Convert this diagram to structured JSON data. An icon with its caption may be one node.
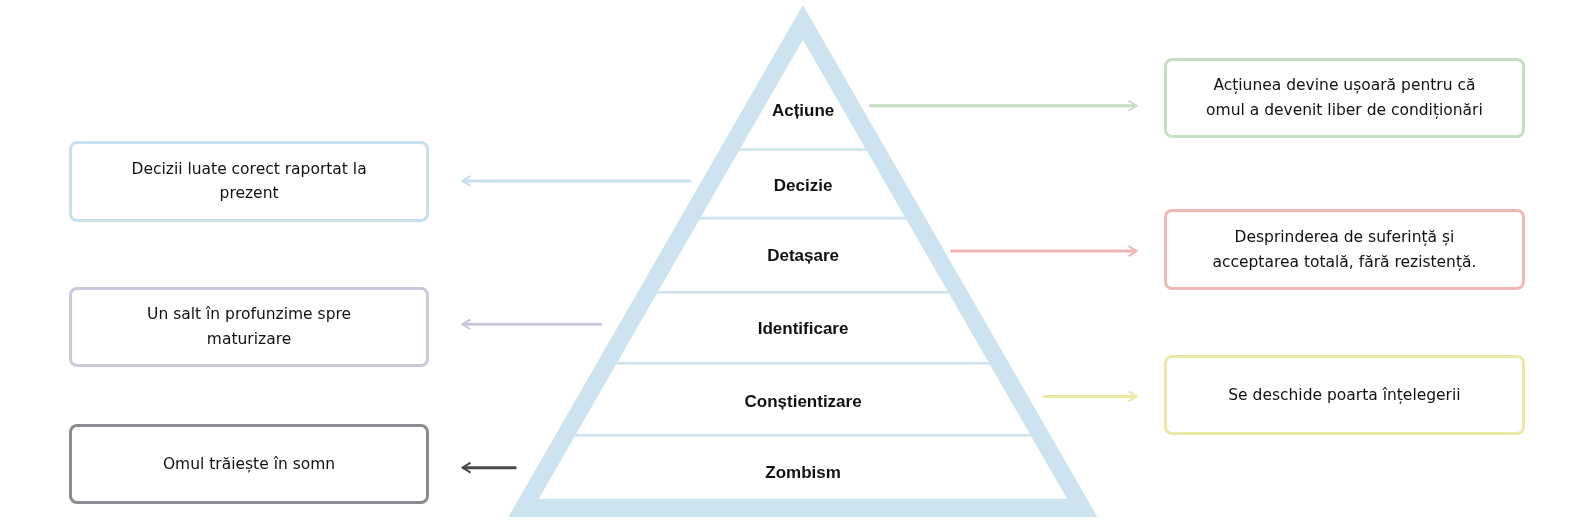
{
  "diagram": {
    "nodes": [
      {
        "text": [],
        "shape": "triangle"
      },
      {
        "text": [
          "Acțiune"
        ],
        "in": 0
      },
      {
        "text": [
          "Decizie"
        ],
        "in": 0
      },
      {
        "text": [
          "Detașare"
        ],
        "in": 0
      },
      {
        "text": [
          "Identificare"
        ],
        "in": 0
      },
      {
        "text": [
          "Conștientizare"
        ],
        "in": 0
      },
      {
        "text": [
          "Zombism"
        ],
        "in": 0
      },
      {
        "text": [
          "Acțiunea devine ușoară pentru că omul a devenit liber de condiționări"
        ]
      },
      {
        "text": [
          "Decizii luate corect raportat la prezent"
        ]
      },
      {
        "text": [
          "Desprinderea de suferință și acceptarea totală, fără rezistență."
        ]
      },
      {
        "text": [
          "Un salt în profunzime spre maturizare"
        ]
      },
      {
        "text": [
          "Se deschide poarta înțelegerii"
        ]
      },
      {
        "text": [
          "Omul trăiește în somn"
        ]
      }
    ],
    "edges": [
      {
        "from": 1,
        "to": 7,
        "arrow": "to",
        "color": "#c5dfc2"
      },
      {
        "from": 2,
        "to": 8,
        "arrow": "to",
        "color": "#c6e0ee"
      },
      {
        "from": 3,
        "to": 9,
        "arrow": "to",
        "color": "#f0b7b7"
      },
      {
        "from": 4,
        "to": 10,
        "arrow": "to",
        "color": "#cdc7dc"
      },
      {
        "from": 5,
        "to": 11,
        "arrow": "to",
        "color": "#ebe8a3"
      },
      {
        "from": 6,
        "to": 12,
        "arrow": "to",
        "color": "#48484c"
      }
    ]
  }
}
